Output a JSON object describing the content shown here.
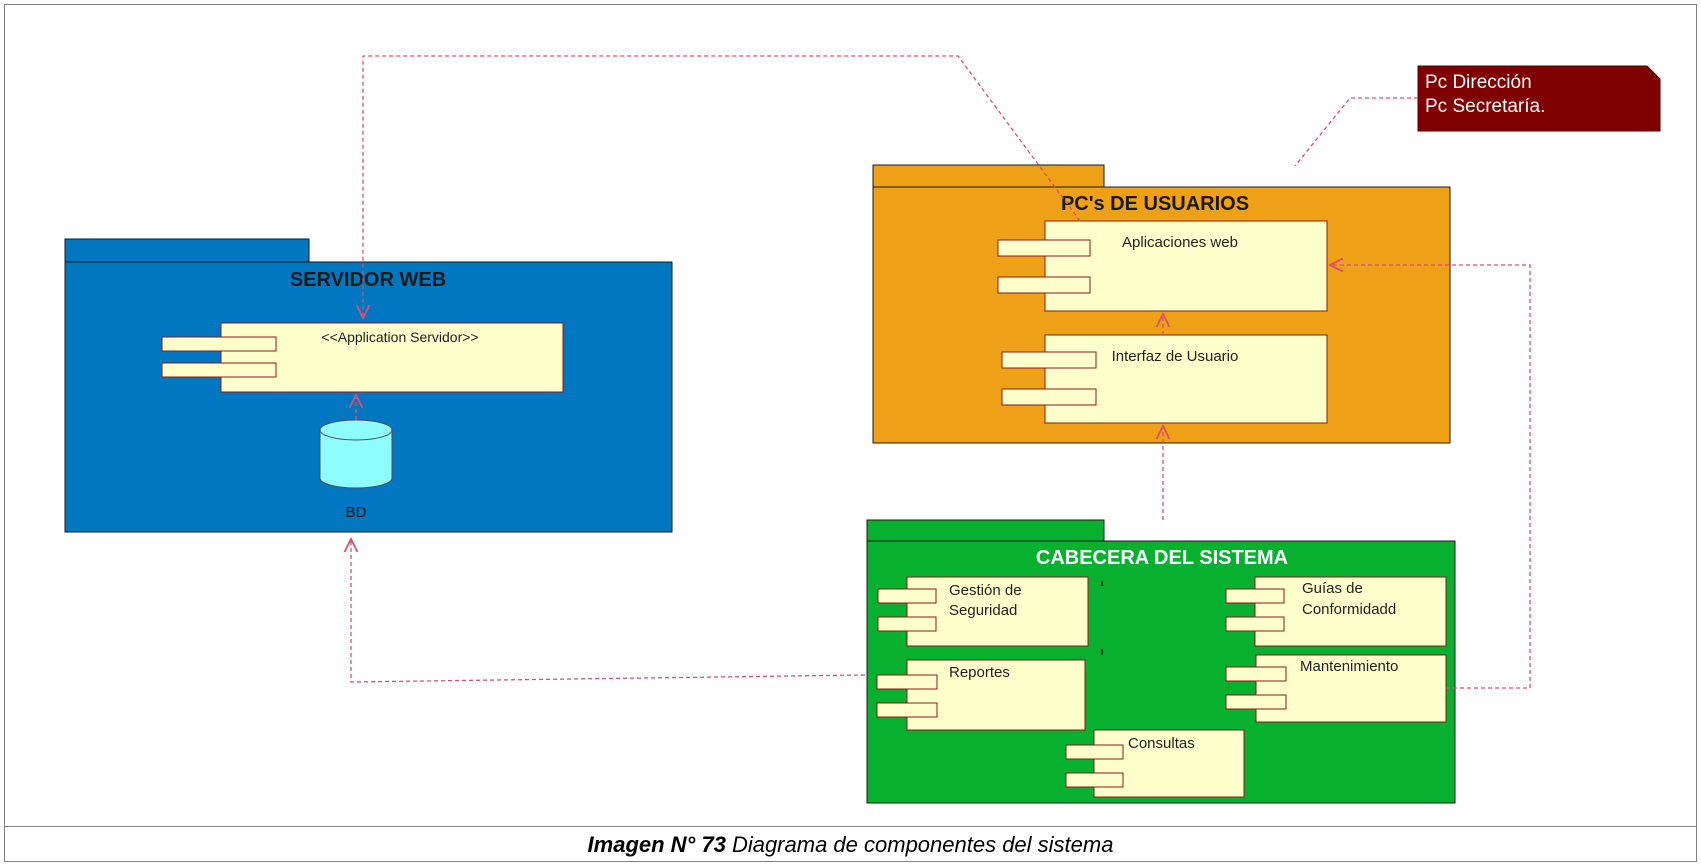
{
  "note": {
    "lines": [
      "Pc  Dirección",
      "Pc Secretaría."
    ],
    "color": "#7f0000"
  },
  "packages": {
    "servidor": {
      "title": "SERVIDOR WEB",
      "color": "#0077c0",
      "app_component": "<<Application Servidor>>",
      "db_label": "BD"
    },
    "pcs": {
      "title": "PC's DE USUARIOS",
      "color": "#eea117",
      "comp_web": "Aplicaciones web",
      "comp_ui": "Interfaz de Usuario"
    },
    "cabecera": {
      "title": "CABECERA DEL SISTEMA",
      "color": "#07b02e",
      "gestion": [
        "Gestión de",
        "Seguridad"
      ],
      "guias": [
        "Guías de",
        "Conformidadd"
      ],
      "reportes": "Reportes",
      "mantenimiento": "Mantenimiento",
      "consultas": "Consultas"
    }
  },
  "caption": {
    "label": "Imagen N° 73",
    "text": "Diagrama de componentes del sistema"
  },
  "colors": {
    "component_fill": "#ffffcc",
    "component_stroke": "#8b1a1a",
    "connector": "#d9506e",
    "db_fill": "#8dfdfd"
  }
}
